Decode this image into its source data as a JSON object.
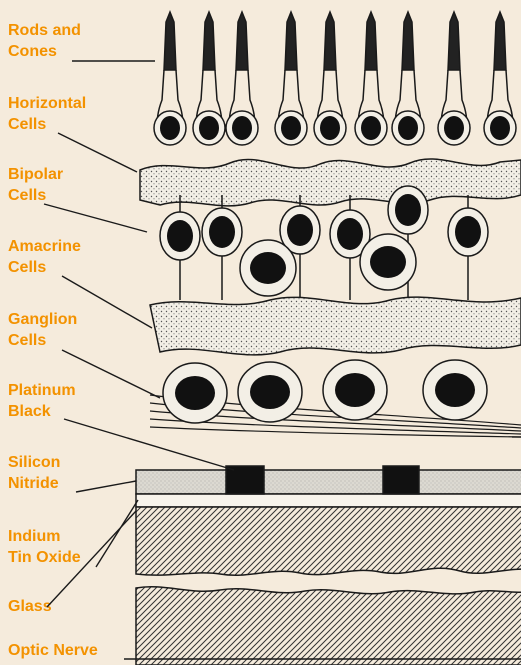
{
  "labels": [
    {
      "id": "rods-cones",
      "text": "Rods and\nCones"
    },
    {
      "id": "horizontal",
      "text": "Horizontal\nCells"
    },
    {
      "id": "bipolar",
      "text": "Bipolar\nCells"
    },
    {
      "id": "amacrine",
      "text": "Amacrine\nCells"
    },
    {
      "id": "ganglion",
      "text": "Ganglion\nCells"
    },
    {
      "id": "platinum",
      "text": "Platinum\nBlack"
    },
    {
      "id": "silicon",
      "text": "Silicon\nNitride"
    },
    {
      "id": "ito",
      "text": "Indium\nTin Oxide"
    },
    {
      "id": "glass",
      "text": "Glass"
    },
    {
      "id": "optic",
      "text": "Optic Nerve"
    }
  ],
  "colors": {
    "background": "#f5ebdc",
    "label": "#f39200",
    "ink": "#1a1a1a",
    "cell_fill": "#f3efe6",
    "nitride": "#dcd9d1"
  }
}
